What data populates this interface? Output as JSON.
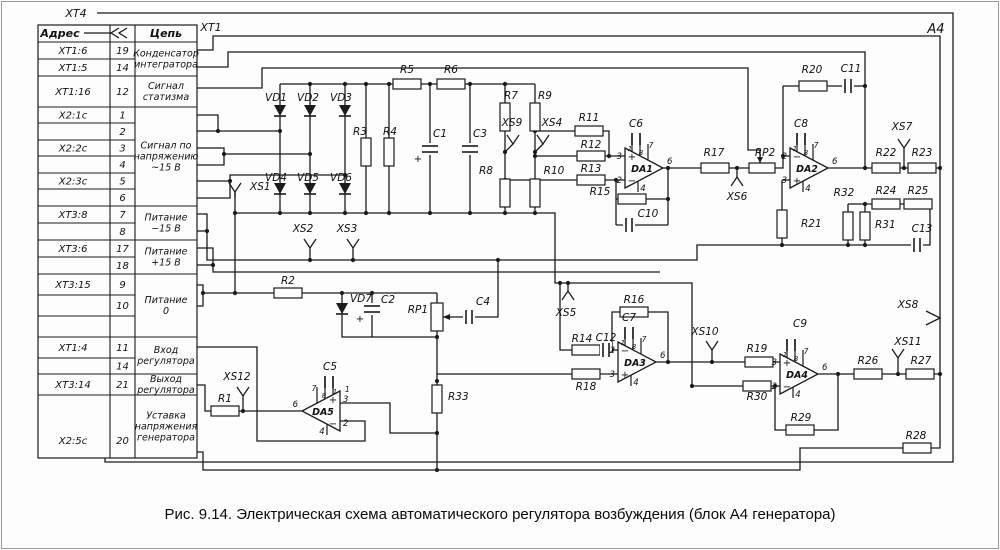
{
  "caption": "Рис. 9.14. Электрическая схема автоматического регулятора возбуждения (блок А4  генератора)",
  "corner_labels": {
    "xt4": "ХТ4",
    "xt1": "ХТ1",
    "block": "А4"
  },
  "icons": {
    "address_arrow": "double-chevron-left",
    "testpoint": "fork",
    "xs8_arrow": "chevron-right"
  },
  "table": {
    "header": {
      "address": "Адрес",
      "circuit": "Цепь"
    },
    "pin_rows": [
      {
        "address": "ХТ1:6",
        "pin": "19"
      },
      {
        "address": "ХТ1:5",
        "pin": "14"
      },
      {
        "address": "ХТ1:16",
        "pin": "12"
      },
      {
        "address": "Х2:1с",
        "pin": "1"
      },
      {
        "address": "",
        "pin": "2"
      },
      {
        "address": "Х2:2с",
        "pin": "3"
      },
      {
        "address": "",
        "pin": "4"
      },
      {
        "address": "Х2:3с",
        "pin": "5"
      },
      {
        "address": "",
        "pin": "6"
      },
      {
        "address": "ХТ3:8",
        "pin": "7"
      },
      {
        "address": "",
        "pin": "8"
      },
      {
        "address": "ХТ3:6",
        "pin": "17"
      },
      {
        "address": "",
        "pin": "18"
      },
      {
        "address": "ХТ3:15",
        "pin": "9"
      },
      {
        "address": "",
        "pin": "10"
      },
      {
        "address": "",
        "pin": ""
      },
      {
        "address": "ХТ1:4",
        "pin": "11"
      },
      {
        "address": "",
        "pin": "14"
      },
      {
        "address": "ХТ3:14",
        "pin": "21"
      },
      {
        "address": "Х2:5с",
        "pin": "20"
      }
    ],
    "circuit_groups": [
      {
        "lines": [
          "Конденсатор",
          "интегратора"
        ]
      },
      {
        "lines": [
          "Сигнал",
          "статизма"
        ]
      },
      {
        "lines": [
          "Сигнал по",
          "напряжению",
          "~15 В"
        ]
      },
      {
        "lines": [
          "Питание",
          "−15 В"
        ]
      },
      {
        "lines": [
          "Питание",
          "+15 В"
        ]
      },
      {
        "lines": [
          "Питание",
          "0"
        ]
      },
      {
        "lines": [
          "Вход",
          "регулятора"
        ]
      },
      {
        "lines": [
          "Выход",
          "регулятора"
        ]
      },
      {
        "lines": [
          "Уставка",
          "напряжения",
          "генератора"
        ]
      }
    ]
  },
  "opamp_marks": {
    "plus": "+",
    "minus": "−"
  },
  "pin_numbers": {
    "c1": "1",
    "c2": "8",
    "vcc": "7",
    "gnd": "4",
    "out": "6"
  },
  "parts": {
    "R1": "R1",
    "R2": "R2",
    "R3": "R3",
    "R4": "R4",
    "R5": "R5",
    "R6": "R6",
    "R7": "R7",
    "R8": "R8",
    "R9": "R9",
    "R10": "R10",
    "R11": "R11",
    "R12": "R12",
    "R13": "R13",
    "R14": "R14",
    "R15": "R15",
    "R16": "R16",
    "R17": "R17",
    "R18": "R18",
    "R19": "R19",
    "R20": "R20",
    "R21": "R21",
    "R22": "R22",
    "R23": "R23",
    "R24": "R24",
    "R25": "R25",
    "R26": "R26",
    "R27": "R27",
    "R28": "R28",
    "R29": "R29",
    "R30": "R30",
    "R31": "R31",
    "R32": "R32",
    "R33": "R33",
    "RP1": "RP1",
    "RP2": "RP2",
    "C1": "C1",
    "C2": "C2",
    "C3": "C3",
    "C4": "C4",
    "C5": "C5",
    "C6": "C6",
    "C7": "C7",
    "C8": "C8",
    "C9": "C9",
    "C10": "C10",
    "C11": "C11",
    "C12": "C12",
    "C13": "C13",
    "VD1": "VD1",
    "VD2": "VD2",
    "VD3": "VD3",
    "VD4": "VD4",
    "VD5": "VD5",
    "VD6": "VD6",
    "VD7": "VD7",
    "DA1": "DA1",
    "DA2": "DA2",
    "DA3": "DA3",
    "DA4": "DA4",
    "DA5": "DA5",
    "XS1": "XS1",
    "XS2": "XS2",
    "XS3": "XS3",
    "XS4": "XS4",
    "XS5": "XS5",
    "XS6": "XS6",
    "XS7": "XS7",
    "XS8": "XS8",
    "XS9": "XS9",
    "XS10": "XS10",
    "XS11": "XS11",
    "XS12": "XS12",
    "in_DA1_t": "3",
    "in_DA1_b": "2",
    "in_DA2_t": "2",
    "in_DA2_b": "3",
    "in_DA3_t": "2",
    "in_DA3_b": "3",
    "in_DA4_t": "3",
    "in_DA4_b": "2",
    "in_DA5_t": "3",
    "in_DA5_b": "2",
    "in_DA5_x": "1"
  }
}
